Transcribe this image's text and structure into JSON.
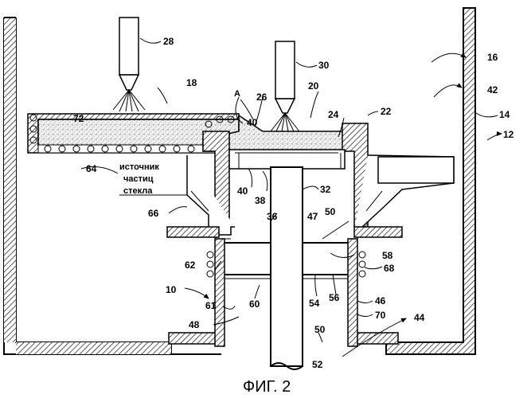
{
  "figure_caption": "ФИГ. 2",
  "source_label": [
    "источник",
    "частиц",
    "стекла"
  ],
  "view_marker": "A",
  "refs": {
    "r10": "10",
    "r12": "12",
    "r14": "14",
    "r16": "16",
    "r18": "18",
    "r20": "20",
    "r22": "22",
    "r24": "24",
    "r26": "26",
    "r28": "28",
    "r30": "30",
    "r32": "32",
    "r36": "36",
    "r38": "38",
    "r40": "40",
    "r42": "42",
    "r44": "44",
    "r46": "46",
    "r47": "47",
    "r48": "48",
    "r50": "50",
    "r52": "52",
    "r54": "54",
    "r56": "56",
    "r58": "58",
    "r60": "60",
    "r61": "61",
    "r62": "62",
    "r64": "64",
    "r66": "66",
    "r68": "68",
    "r70": "70",
    "r72": "72"
  }
}
